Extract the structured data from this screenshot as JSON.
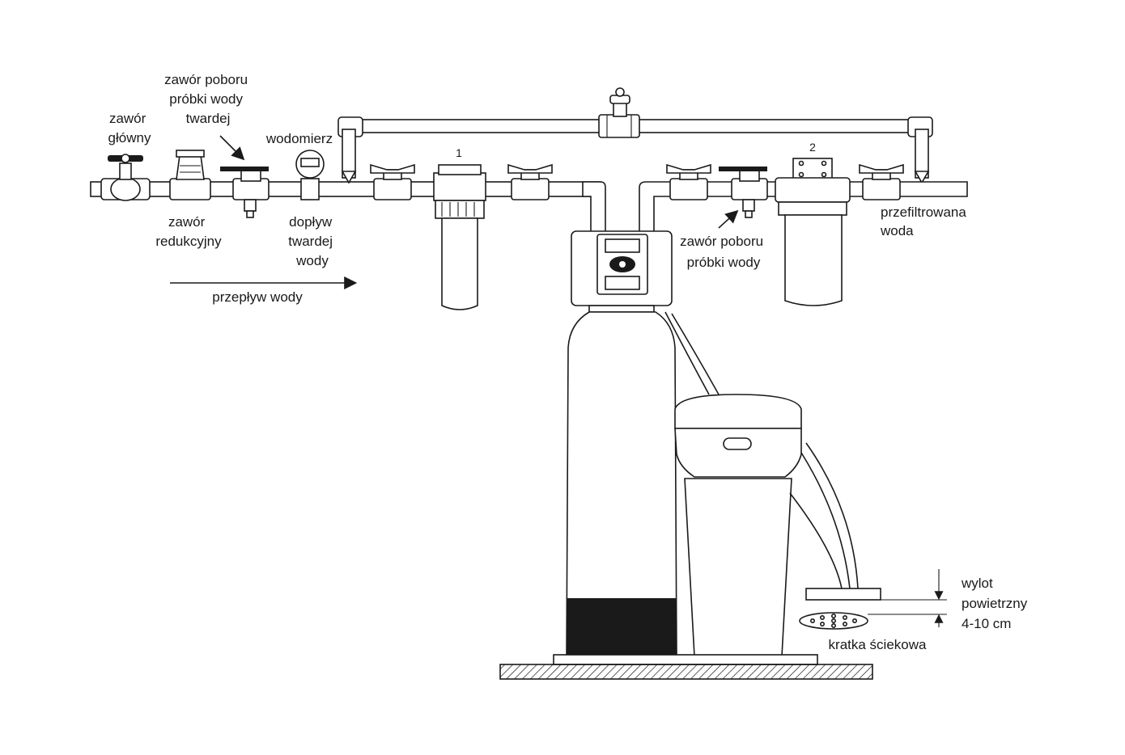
{
  "labels": {
    "main_valve": [
      "zawór",
      "główny"
    ],
    "sample_valve_hard": [
      "zawór poboru",
      "próbki wody",
      "twardej"
    ],
    "water_meter": "wodomierz",
    "reducing_valve": [
      "zawór",
      "redukcyjny"
    ],
    "hard_water_inflow": [
      "dopływ",
      "twardej",
      "wody"
    ],
    "water_flow": "przepływ wody",
    "filter_1_number": "1",
    "filter_2_number": "2",
    "sample_valve": [
      "zawór poboru",
      "próbki wody"
    ],
    "filtered_water": [
      "przefiltrowana",
      "woda"
    ],
    "air_gap": [
      "wylot",
      "powietrzny",
      "4-10 cm"
    ],
    "floor_drain": "kratka ściekowa"
  },
  "colors": {
    "ink": "#1a1a1a",
    "background": "#ffffff",
    "resin_block": "#1a1a1a"
  }
}
